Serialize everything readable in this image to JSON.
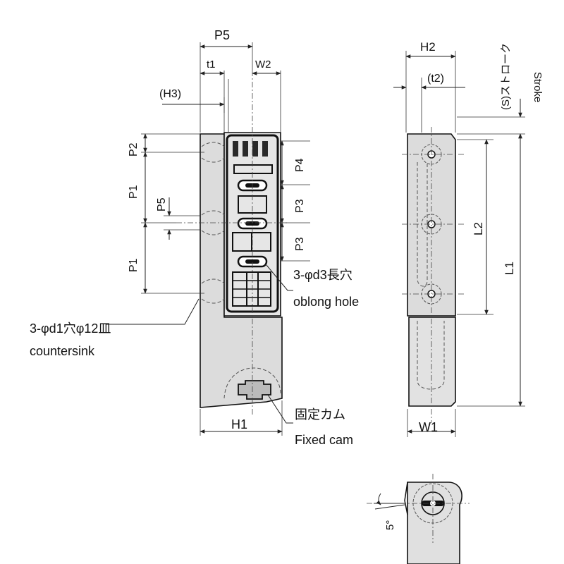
{
  "diagram": {
    "dimensions": {
      "p5_top": "P5",
      "t1": "t1",
      "w2": "W2",
      "h3": "(H3)",
      "p2": "P2",
      "p1_upper": "P1",
      "p5_side": "P5",
      "p1_lower": "P1",
      "p4": "P4",
      "p3_upper": "P3",
      "p3_lower": "P3",
      "h1": "H1",
      "h2": "H2",
      "t2": "(t2)",
      "l2": "L2",
      "l1": "L1",
      "w1": "W1",
      "stroke_jp": "(S)ストローク",
      "stroke_en": "Stroke",
      "angle": "5°"
    },
    "callouts": {
      "oblong_hole_jp": "3-φd3長穴",
      "oblong_hole_en": "oblong hole",
      "countersink_jp": "3-φd1穴φ12皿",
      "countersink_en": "countersink",
      "fixed_cam_jp": "固定カム",
      "fixed_cam_en": "Fixed cam"
    }
  }
}
